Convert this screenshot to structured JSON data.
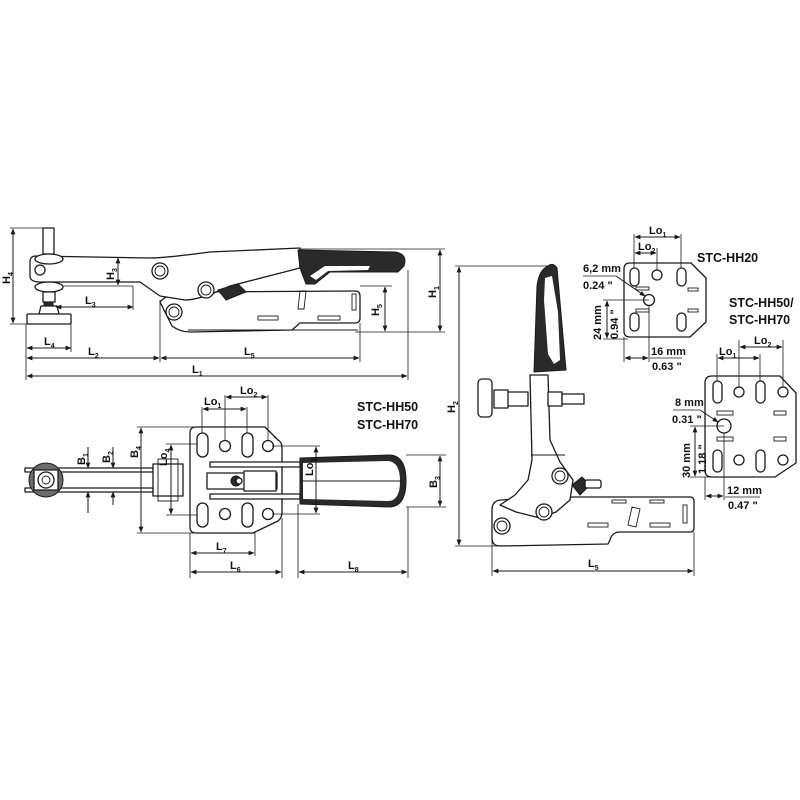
{
  "drawing": {
    "subject": "Horizontal toggle clamp technical dimension drawing",
    "models": {
      "top_view_models": [
        "STC-HH50",
        "STC-HH70"
      ],
      "plate_small_model": "STC-HH20",
      "plate_large_models": [
        "STC-HH50/",
        "STC-HH70"
      ]
    },
    "side_view": {
      "dims": {
        "H4": {
          "base": "H",
          "sub": "4"
        },
        "H3": {
          "base": "H",
          "sub": "3"
        },
        "H5": {
          "base": "H",
          "sub": "5"
        },
        "H1": {
          "base": "H",
          "sub": "1"
        },
        "L3": {
          "base": "L",
          "sub": "3"
        },
        "L4": {
          "base": "L",
          "sub": "4"
        },
        "L2": {
          "base": "L",
          "sub": "2"
        },
        "L5": {
          "base": "L",
          "sub": "5"
        },
        "L1": {
          "base": "L",
          "sub": "1"
        }
      }
    },
    "top_view": {
      "dims": {
        "Lo1": {
          "base": "Lo",
          "sub": "1"
        },
        "Lo2": {
          "base": "Lo",
          "sub": "2"
        },
        "Lo3": {
          "base": "Lo",
          "sub": "3"
        },
        "Lo4": {
          "base": "Lo",
          "sub": "4"
        },
        "B1": {
          "base": "B",
          "sub": "1"
        },
        "B2": {
          "base": "B",
          "sub": "2"
        },
        "B3": {
          "base": "B",
          "sub": "3"
        },
        "B4": {
          "base": "B",
          "sub": "4"
        },
        "L7": {
          "base": "L",
          "sub": "7"
        },
        "L6": {
          "base": "L",
          "sub": "6"
        },
        "L8": {
          "base": "L",
          "sub": "8"
        }
      }
    },
    "open_view": {
      "dims": {
        "H2": {
          "base": "H",
          "sub": "2"
        },
        "L5": {
          "base": "L",
          "sub": "5"
        }
      }
    },
    "plate_hh20": {
      "dims": {
        "Lo1": {
          "base": "Lo",
          "sub": "1"
        },
        "Lo2": {
          "base": "Lo",
          "sub": "2"
        }
      },
      "hole_diameter_mm": "6,2 mm",
      "hole_diameter_in": "0.24 \"",
      "vertical_mm": "24 mm",
      "vertical_in": "0.94 \"",
      "horizontal_mm": "16 mm",
      "horizontal_in": "0.63 \""
    },
    "plate_hh50_70": {
      "dims": {
        "Lo1": {
          "base": "Lo",
          "sub": "1"
        },
        "Lo2": {
          "base": "Lo",
          "sub": "2"
        }
      },
      "hole_diameter_mm": "8 mm",
      "hole_diameter_in": "0.31 \"",
      "vertical_mm": "30 mm",
      "vertical_in": "1.18 \"",
      "horizontal_mm": "12 mm",
      "horizontal_in": "0.47 \""
    },
    "colors": {
      "line": "#1a1a1a",
      "handle_dark": "#2a2a2a",
      "background": "#ffffff"
    }
  }
}
